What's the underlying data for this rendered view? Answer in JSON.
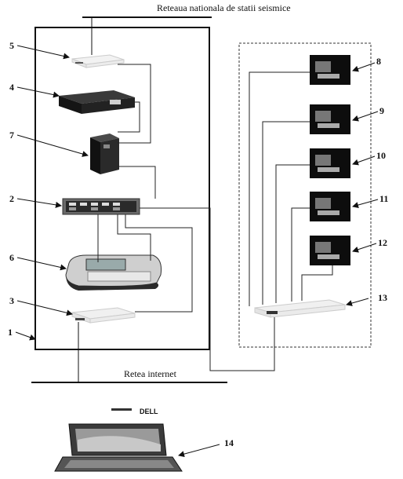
{
  "labels": {
    "top_network": "Reteaua nationala de statii seismice",
    "internet": "Retea internet",
    "brand": "DELL"
  },
  "numbers": {
    "n1": "1",
    "n2": "2",
    "n3": "3",
    "n4": "4",
    "n5": "5",
    "n6": "6",
    "n7": "7",
    "n8": "8",
    "n9": "9",
    "n10": "10",
    "n11": "11",
    "n12": "12",
    "n13": "13",
    "n14": "14"
  }
}
